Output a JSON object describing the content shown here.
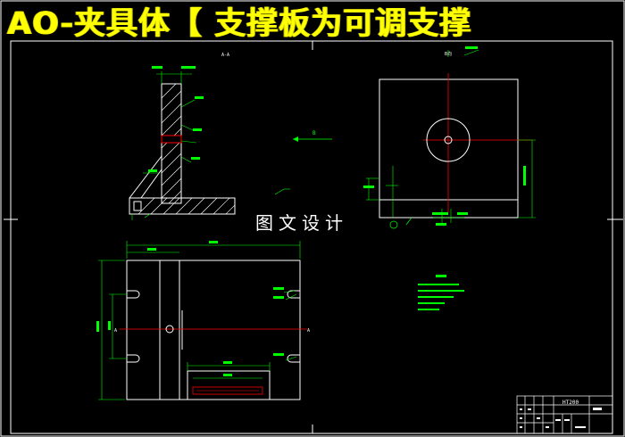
{
  "header": {
    "title": "AO-夹具体【 支撑板为可调支撑"
  },
  "watermark": {
    "text": "图文设计"
  },
  "views": {
    "section_view_label": "A-A",
    "aux_view_label": "B向",
    "direction_marker": "B",
    "section_marker_left": "A",
    "section_marker_right": "A"
  },
  "title_block": {
    "material": "HT200"
  },
  "colors": {
    "background": "#000000",
    "outline": "#ffffff",
    "dimension": "#00ff00",
    "centerline": "#ff0000",
    "hatch": "#ffffff",
    "headline": "#ffff00"
  }
}
